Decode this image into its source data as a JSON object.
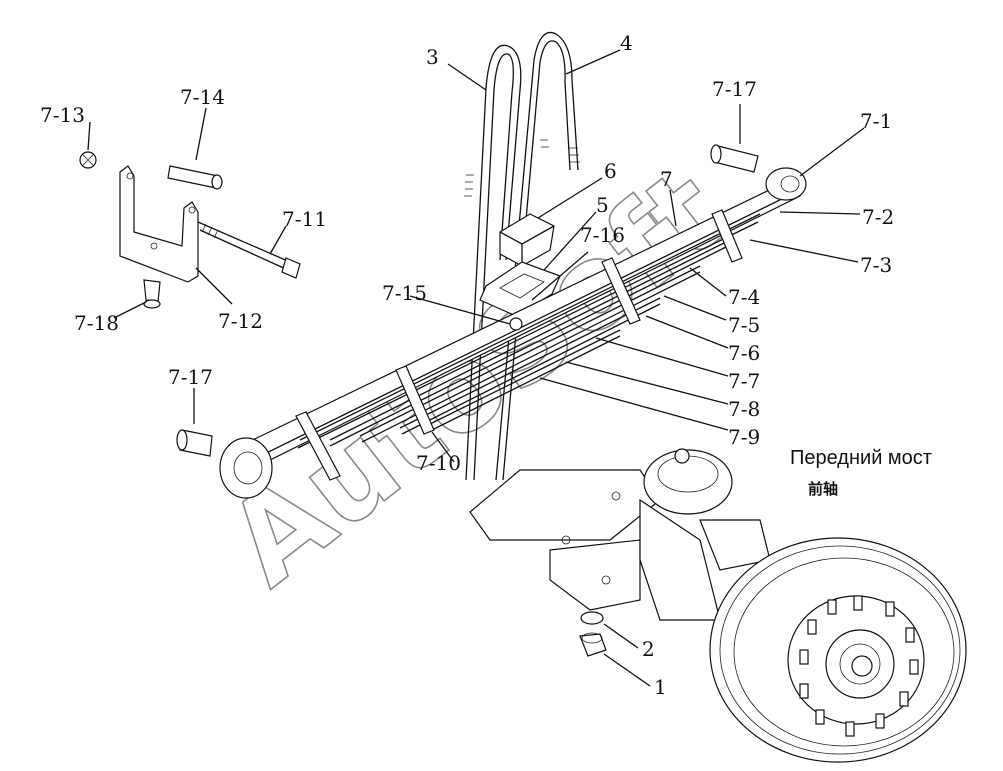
{
  "watermark": "AutoSoft",
  "assembly": {
    "label_ru": "Передний мост",
    "label_cn": "前轴"
  },
  "callouts": {
    "c1": "1",
    "c2": "2",
    "c3": "3",
    "c4": "4",
    "c5": "5",
    "c6": "6",
    "c7": "7",
    "c7_1": "7-1",
    "c7_2": "7-2",
    "c7_3": "7-3",
    "c7_4": "7-4",
    "c7_5": "7-5",
    "c7_6": "7-6",
    "c7_7": "7-7",
    "c7_8": "7-8",
    "c7_9": "7-9",
    "c7_10": "7-10",
    "c7_11": "7-11",
    "c7_12": "7-12",
    "c7_13": "7-13",
    "c7_14": "7-14",
    "c7_15": "7-15",
    "c7_16": "7-16",
    "c7_17a": "7-17",
    "c7_17b": "7-17",
    "c7_18": "7-18"
  }
}
